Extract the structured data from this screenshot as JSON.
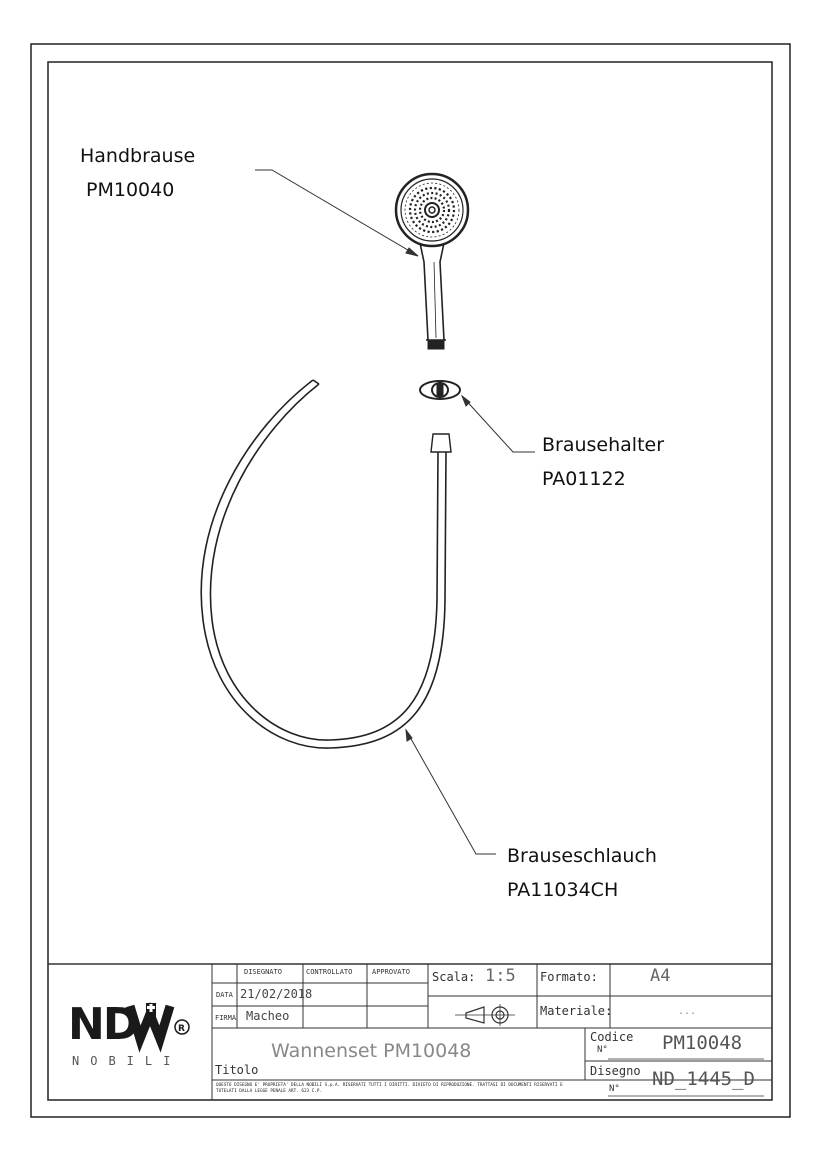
{
  "callouts": {
    "handbrause": {
      "name": "Handbrause",
      "code": "PM10040"
    },
    "brausehalter": {
      "name": "Brausehalter",
      "code": "PA01122"
    },
    "brauseschlauch": {
      "name": "Brauseschlauch",
      "code": "PA11034CH"
    }
  },
  "title_block": {
    "logo": {
      "mark": "NDW",
      "sub": "NOBILI"
    },
    "headers": {
      "disegnato": "DISEGNATO",
      "controllato": "CONTROLLATO",
      "approvato": "APPROVATO"
    },
    "data_label": "DATA",
    "data_value": "21/02/2018",
    "firma_label": "FIRMA",
    "firma_value": "Macheo",
    "scala_label": "Scala:",
    "scala_value": "1:5",
    "formato_label": "Formato:",
    "formato_value": "A4",
    "materiale_label": "Materiale:",
    "materiale_value": "...",
    "titolo_label": "Titolo",
    "titolo_value": "Wannenset PM10048",
    "codice_label": "Codice",
    "codice_n": "N°",
    "codice_value": "PM10048",
    "disegno_label": "Disegno",
    "disegno_n": "N°",
    "disegno_value": "ND_1445_D",
    "disclaimer": "QUESTO DISEGNO E' PROPRIETA' DELLA NOBILI S.p.A. RISERVATI TUTTI I DIRITTI. DIVIETO DI RIPRODUZIONE. TRATTASI DI DOCUMENTI RISERVATI E TUTELATI DALLA LEGGE PENALE ART. 623 C.P."
  }
}
